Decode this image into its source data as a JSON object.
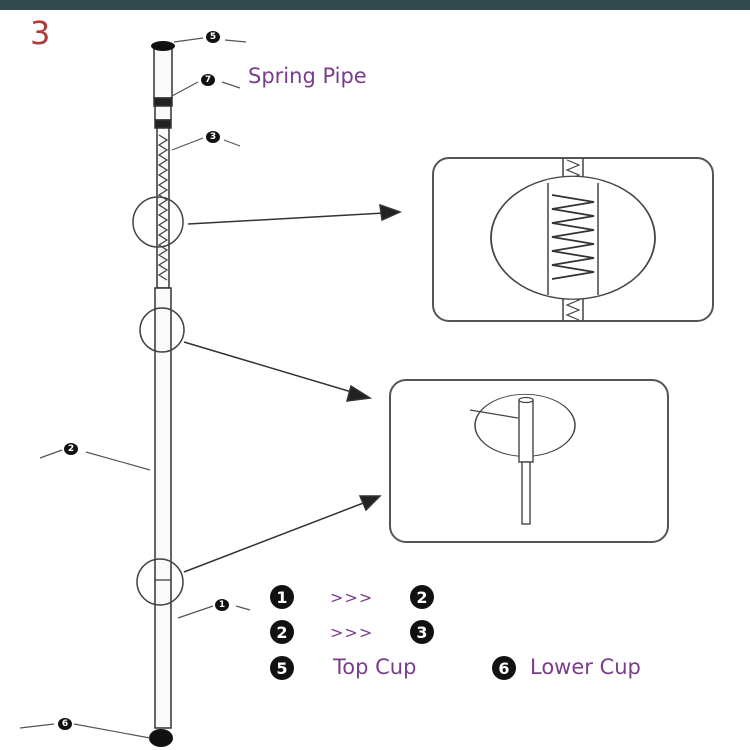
{
  "step_number": "3",
  "callouts": {
    "top_cup": "5",
    "spring_pipe_part": "7",
    "spring": "3",
    "lower_pipe": "2",
    "bottom_pipe": "1",
    "lower_cup": "6"
  },
  "labels": {
    "spring_pipe": "Spring Pipe",
    "top_cup": "Top Cup",
    "lower_cup": "Lower Cup"
  },
  "assembly_steps": [
    {
      "from": "1",
      "arrow": ">>>",
      "to": "2"
    },
    {
      "from": "2",
      "arrow": ">>>",
      "to": "3"
    }
  ],
  "legend": [
    {
      "number": "5",
      "name": "Top Cup"
    },
    {
      "number": "6",
      "name": "Lower Cup"
    }
  ]
}
